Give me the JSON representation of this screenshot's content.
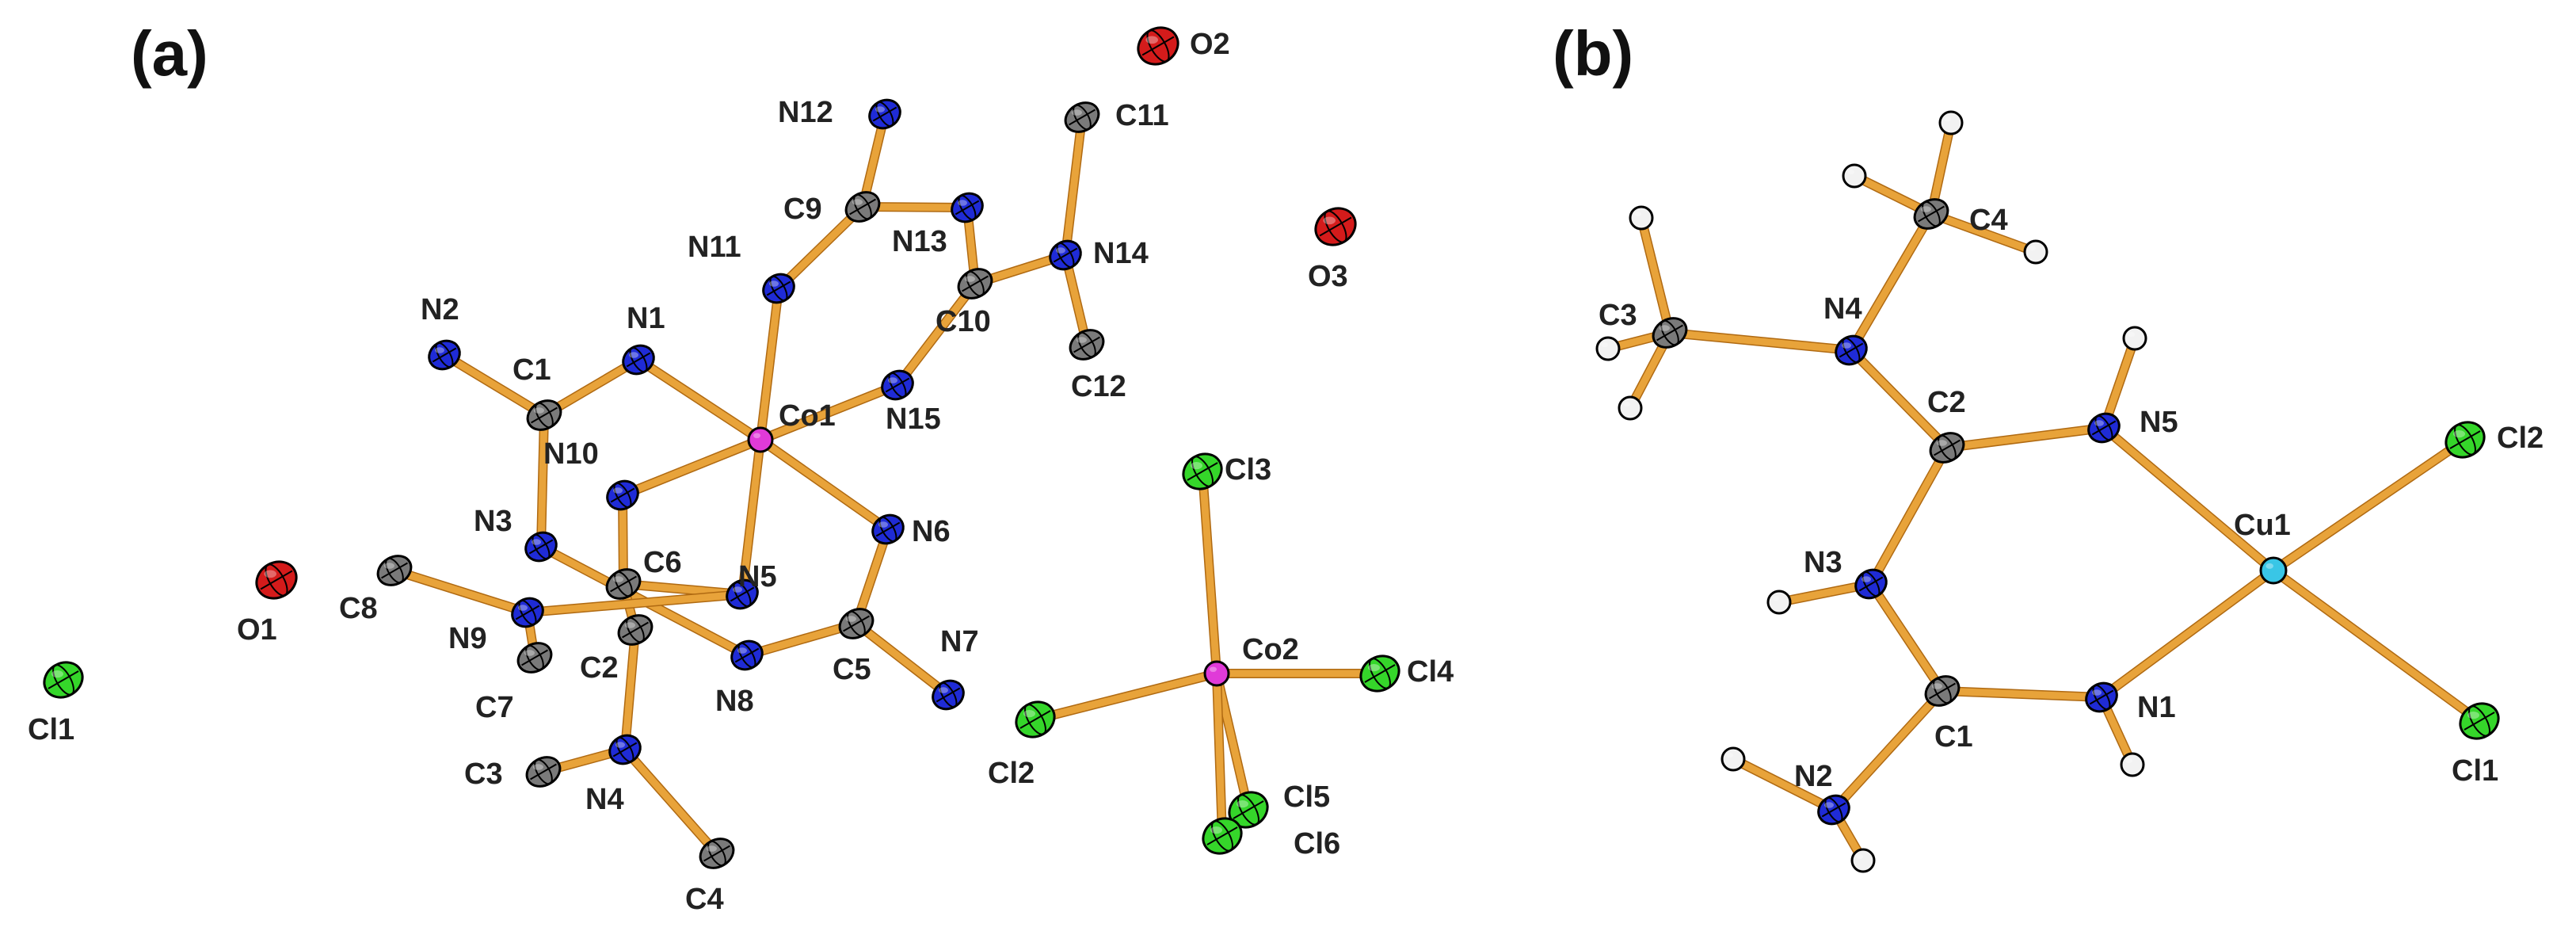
{
  "panels": {
    "a": "(a)",
    "b": "(b)"
  },
  "colors": {
    "N": "#1f2bd6",
    "C": "#7a7a7a",
    "O": "#d41b1b",
    "Cl": "#35d62a",
    "Co": "#e03ad8",
    "Cu": "#39c6e6",
    "H": "#f2f2f2",
    "bond": "#e8a33a"
  },
  "a": {
    "labels": {
      "N1": "N1",
      "N2": "N2",
      "N3": "N3",
      "N4": "N4",
      "N5": "N5",
      "N6": "N6",
      "N7": "N7",
      "N8": "N8",
      "N9": "N9",
      "N10": "N10",
      "N11": "N11",
      "N12": "N12",
      "N13": "N13",
      "N14": "N14",
      "N15": "N15",
      "C1": "C1",
      "C2": "C2",
      "C3": "C3",
      "C4": "C4",
      "C5": "C5",
      "C6": "C6",
      "C7": "C7",
      "C8": "C8",
      "C9": "C9",
      "C10": "C10",
      "C11": "C11",
      "C12": "C12",
      "O1": "O1",
      "O2": "O2",
      "O3": "O3",
      "Co1": "Co1",
      "Co2": "Co2",
      "Cl1": "Cl1",
      "Cl2": "Cl2",
      "Cl3": "Cl3",
      "Cl4": "Cl4",
      "Cl5": "Cl5",
      "Cl6": "Cl6"
    }
  },
  "b": {
    "labels": {
      "N1": "N1",
      "N2": "N2",
      "N3": "N3",
      "N4": "N4",
      "N5": "N5",
      "C1": "C1",
      "C2": "C2",
      "C3": "C3",
      "C4": "C4",
      "Cu1": "Cu1",
      "Cl1": "Cl1",
      "Cl2": "Cl2"
    }
  }
}
